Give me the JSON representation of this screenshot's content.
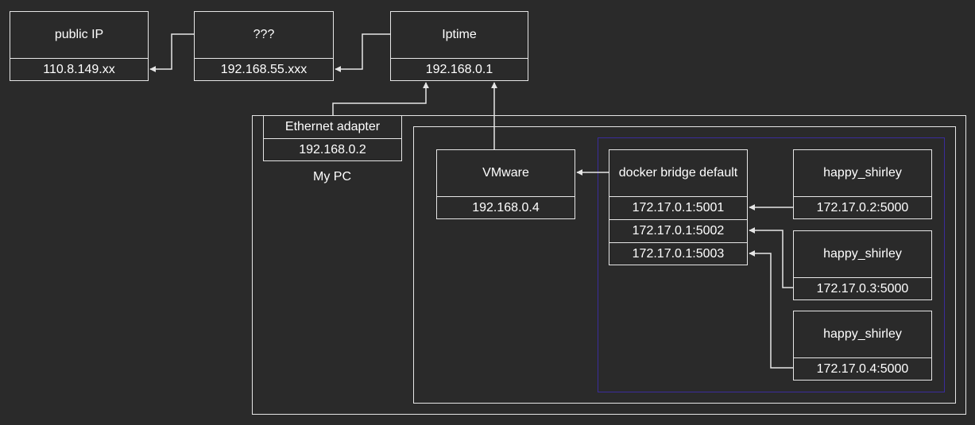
{
  "nodes": {
    "public_ip": {
      "title": "public IP",
      "ip": "110.8.149.xx"
    },
    "unknown_router": {
      "title": "???",
      "ip": "192.168.55.xxx"
    },
    "iptime": {
      "title": "Iptime",
      "ip": "192.168.0.1"
    },
    "ethernet_adapter": {
      "title": "Ethernet adapter",
      "ip": "192.168.0.2"
    },
    "vmware": {
      "title": "VMware",
      "ip": "192.168.0.4"
    },
    "docker_bridge": {
      "title": "docker bridge default",
      "ports": [
        "172.17.0.1:5001",
        "172.17.0.1:5002",
        "172.17.0.1:5003"
      ]
    },
    "containers": [
      {
        "title": "happy_shirley",
        "ip": "172.17.0.2:5000"
      },
      {
        "title": "happy_shirley",
        "ip": "172.17.0.3:5000"
      },
      {
        "title": "happy_shirley",
        "ip": "172.17.0.4:5000"
      }
    ]
  },
  "labels": {
    "my_pc": "My PC"
  },
  "colors": {
    "background": "#2a2a2a",
    "stroke": "#e6e6e6",
    "docker_group_border": "#3a2c9c",
    "text": "#ffffff"
  }
}
